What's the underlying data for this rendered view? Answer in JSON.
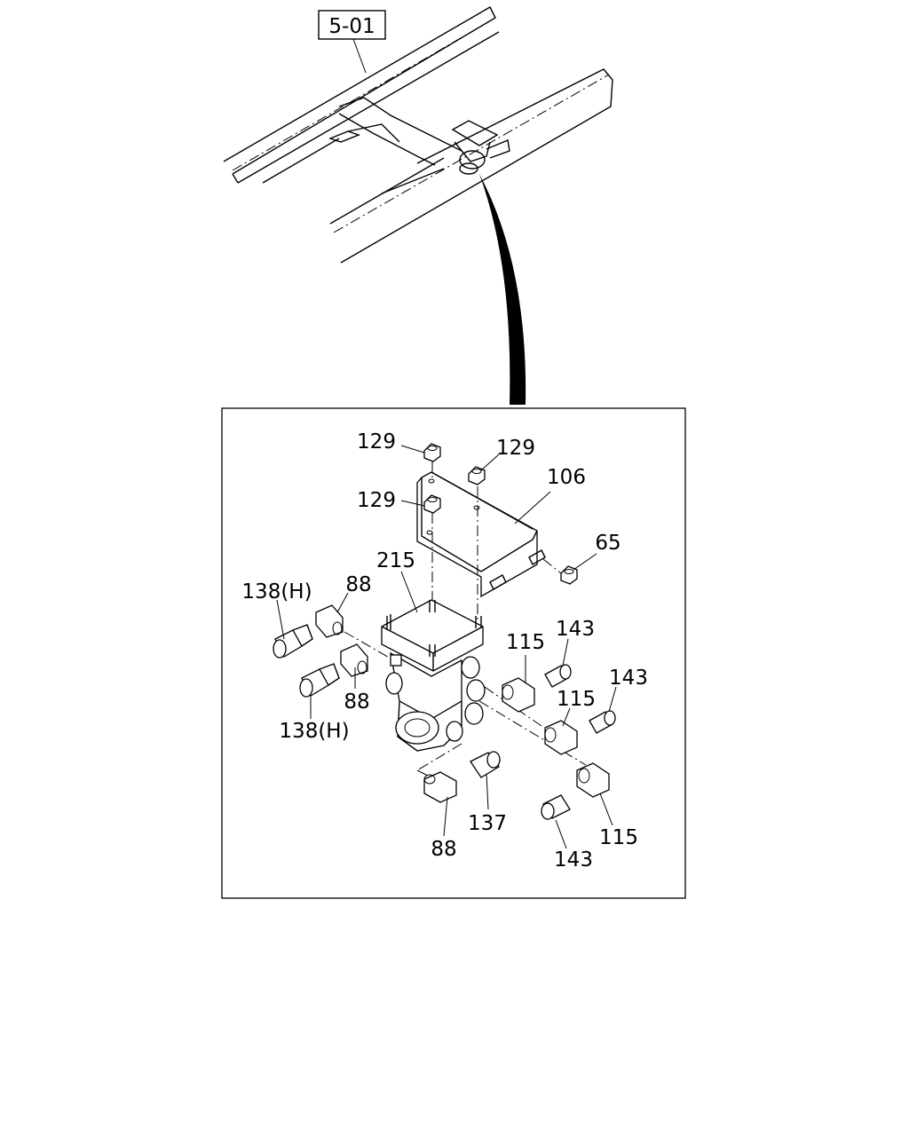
{
  "reference": {
    "label": "5-01"
  },
  "callouts": [
    {
      "id": "c129a",
      "text": "129"
    },
    {
      "id": "c129b",
      "text": "129"
    },
    {
      "id": "c129c",
      "text": "129"
    },
    {
      "id": "c106",
      "text": "106"
    },
    {
      "id": "c65",
      "text": "65"
    },
    {
      "id": "c215",
      "text": "215"
    },
    {
      "id": "c138h-top",
      "text": "138(H)"
    },
    {
      "id": "c88-top",
      "text": "88"
    },
    {
      "id": "c88-mid",
      "text": "88"
    },
    {
      "id": "c138h-bot",
      "text": "138(H)"
    },
    {
      "id": "c115a",
      "text": "115"
    },
    {
      "id": "c143a",
      "text": "143"
    },
    {
      "id": "c143b",
      "text": "143"
    },
    {
      "id": "c115b",
      "text": "115"
    },
    {
      "id": "c137",
      "text": "137"
    },
    {
      "id": "c88-bot",
      "text": "88"
    },
    {
      "id": "c115c",
      "text": "115"
    },
    {
      "id": "c143c",
      "text": "143"
    }
  ]
}
